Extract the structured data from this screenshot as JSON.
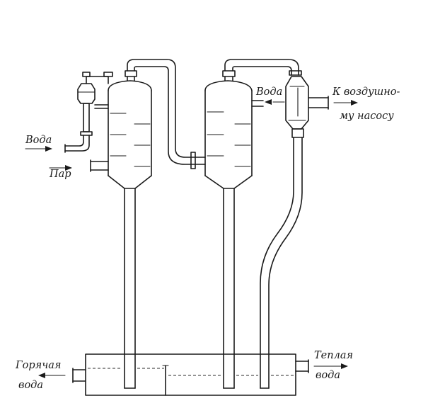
{
  "labels": {
    "water_in_left": "Вода",
    "steam_in": "Пар",
    "water_in_right": "Вода",
    "air_pump_line1": "К воздушно-",
    "air_pump_line2": "му насосу",
    "hot_water_line1": "Горячая",
    "hot_water_line2": "вода",
    "warm_water_line1": "Теплая",
    "warm_water_line2": "вода"
  },
  "colors": {
    "ink": "#1a1a1a",
    "paper": "#ffffff"
  }
}
